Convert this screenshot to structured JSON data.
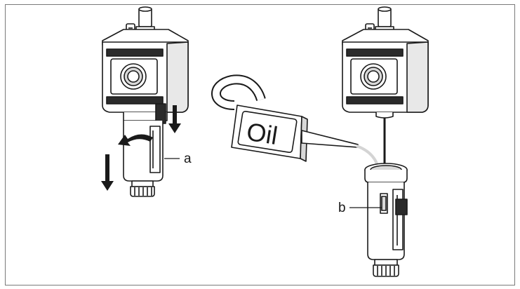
{
  "figure": {
    "callouts": {
      "a": "a",
      "b": "b"
    },
    "oil_can_label": "Oil"
  },
  "colors": {
    "stroke": "#1a1a1a",
    "body_fill": "#ffffff",
    "shade": "#d9d9d9",
    "dark": "#2b2b2b",
    "frame": "#7a7a7a",
    "oil_stream": "#d4d4d4"
  }
}
